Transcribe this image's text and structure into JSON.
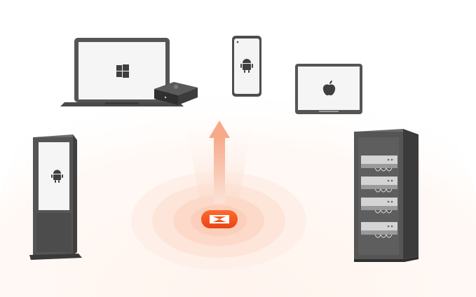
{
  "colors": {
    "accent": "#f0501e",
    "device_dark": "#4a4a4a",
    "device_frame": "#555555",
    "screen": "#f4f4f4",
    "glow": "#fde7dc"
  },
  "hub": {
    "icon": "remote-connection-logo-icon"
  },
  "devices": [
    {
      "name": "windows-laptop",
      "icon": "windows-logo-icon"
    },
    {
      "name": "tv-box",
      "icon": "tv-box-icon"
    },
    {
      "name": "android-phone",
      "icon": "android-logo-icon"
    },
    {
      "name": "mac-tablet",
      "icon": "apple-logo-icon"
    },
    {
      "name": "android-kiosk",
      "icon": "android-logo-icon"
    },
    {
      "name": "server-rack",
      "icon": "server-rack-icon"
    }
  ]
}
